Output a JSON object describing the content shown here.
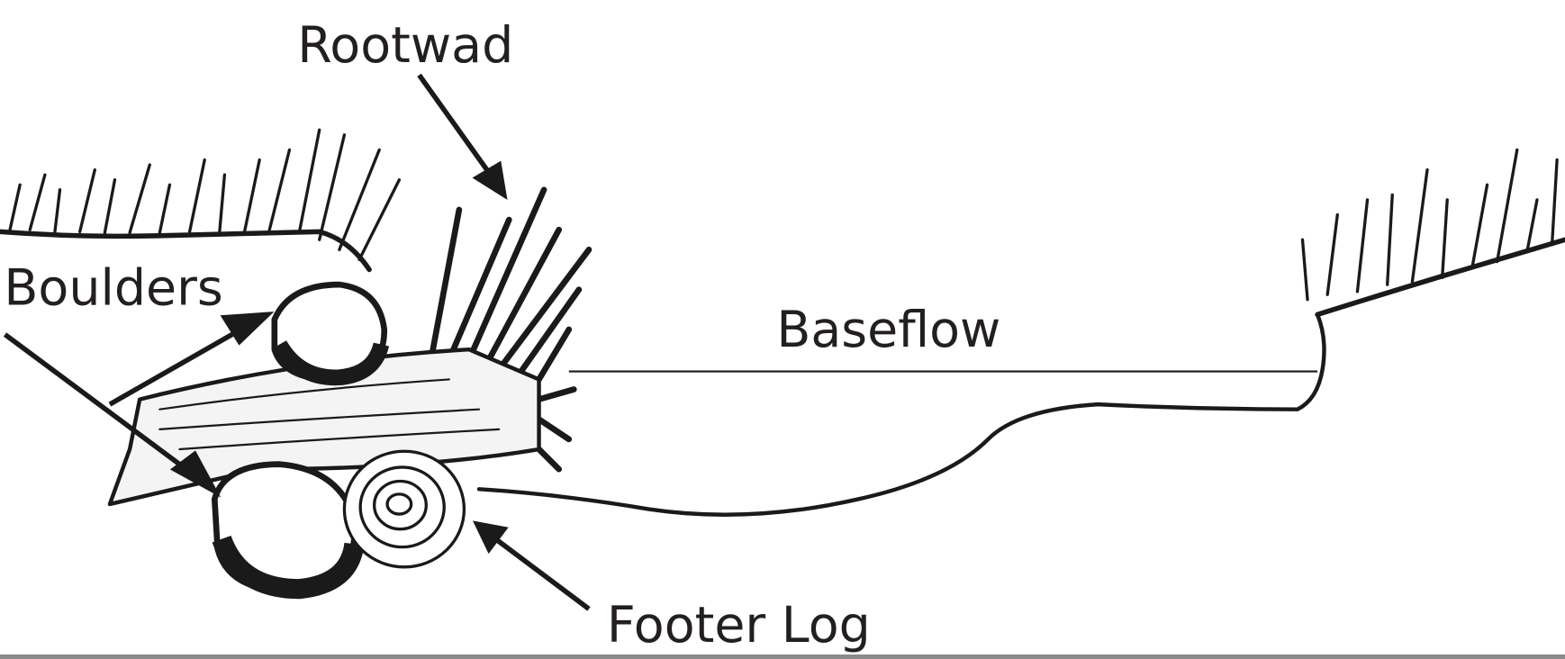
{
  "diagram": {
    "labels": {
      "rootwad": "Rootwad",
      "boulders": "Boulders",
      "baseflow": "Baseflow",
      "footer_log": "Footer Log"
    }
  }
}
